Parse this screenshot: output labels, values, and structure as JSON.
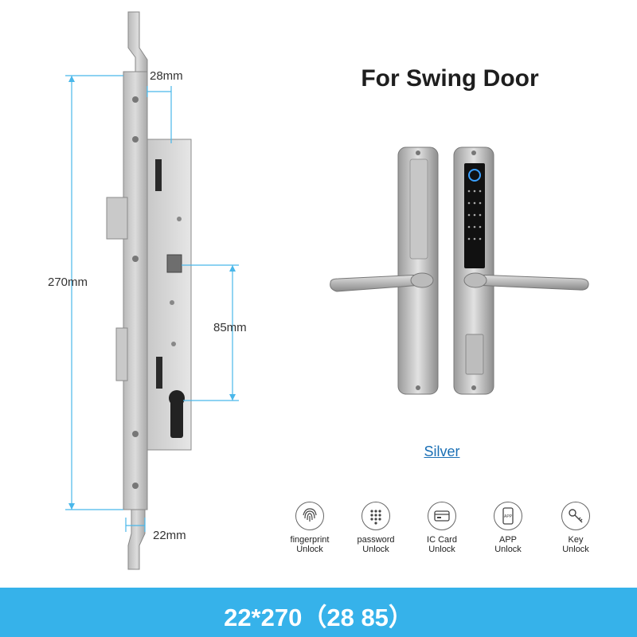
{
  "title": "For Swing Door",
  "dimensions": {
    "width_top": "28mm",
    "height_total": "270mm",
    "cylinder_distance": "85mm",
    "width_bottom": "22mm"
  },
  "color_option": "Silver",
  "features": [
    {
      "icon": "fingerprint-icon",
      "label": "fingerprint\nUnlock"
    },
    {
      "icon": "keypad-icon",
      "label": "password\nUnlock"
    },
    {
      "icon": "ic-card-icon",
      "label": "IC Card\nUnlock"
    },
    {
      "icon": "app-phone-icon",
      "label": "APP\nUnlock"
    },
    {
      "icon": "key-icon",
      "label": "Key\nUnlock"
    }
  ],
  "footer": "22*270（28 85）",
  "colors": {
    "accent": "#36b2ea",
    "dimension_line": "#49b7ea",
    "link": "#1a6fb5"
  }
}
